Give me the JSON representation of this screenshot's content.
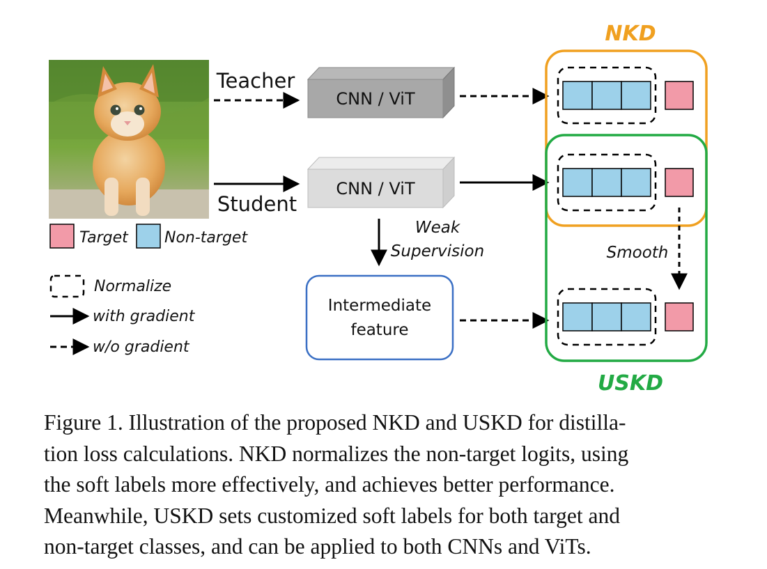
{
  "diagram": {
    "labels": {
      "nkd": "NKD",
      "uskd": "USKD",
      "teacher": "Teacher",
      "student": "Student",
      "teacher_model": "CNN / ViT",
      "student_model": "CNN / ViT",
      "weak_supervision_line1": "Weak",
      "weak_supervision_line2": "Supervision",
      "intermediate_line1": "Intermediate",
      "intermediate_line2": "feature",
      "smooth": "Smooth"
    },
    "legend": {
      "target": "Target",
      "non_target": "Non-target",
      "normalize": "Normalize",
      "with_gradient": "with gradient",
      "without_gradient": "w/o gradient"
    },
    "colors": {
      "nkd_border": "#f0a020",
      "nkd_text": "#f0a020",
      "uskd_border": "#22aa44",
      "uskd_text": "#22aa44",
      "target_cell": "#f29aa8",
      "non_target_cell": "#9dd1ea",
      "intermediate_border": "#3a6fc4"
    }
  },
  "caption": {
    "lines": [
      "Figure 1. Illustration of the proposed NKD and USKD for distilla-",
      "tion loss calculations. NKD normalizes the non-target logits, using",
      "the soft labels more effectively, and achieves better performance.",
      "Meanwhile, USKD sets customized soft labels for both target and",
      "non-target classes, and can be applied to both CNNs and ViTs."
    ]
  }
}
